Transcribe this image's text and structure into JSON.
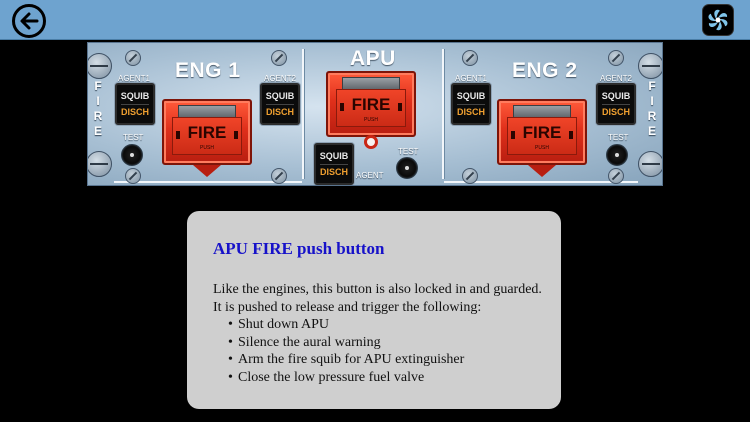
{
  "topbar": {
    "back_icon": "back-arrow-icon",
    "app_icon": "fan-logo-icon"
  },
  "panel": {
    "side_fire_letters": [
      "F",
      "I",
      "R",
      "E"
    ],
    "eng1": {
      "title": "ENG 1",
      "agent1": "AGENT1",
      "agent2": "AGENT2",
      "test": "TEST",
      "squib_top": "SQUIB",
      "squib_bottom": "DISCH",
      "fire": "FIRE",
      "push": "PUSH"
    },
    "apu": {
      "title": "APU",
      "agent": "AGENT",
      "test": "TEST",
      "squib_top": "SQUIB",
      "squib_bottom": "DISCH",
      "fire": "FIRE",
      "push": "PUSH"
    },
    "eng2": {
      "title": "ENG 2",
      "agent1": "AGENT1",
      "agent2": "AGENT2",
      "test": "TEST",
      "squib_top": "SQUIB",
      "squib_bottom": "DISCH",
      "fire": "FIRE",
      "push": "PUSH"
    },
    "colors": {
      "panel": "#a7bfd3",
      "fire_red": "#e0301b",
      "disch_amber": "#f0a030"
    }
  },
  "info": {
    "title": "APU FIRE push button",
    "intro": "Like the engines, this button is also locked in and guarded. It is pushed to release and trigger the following:",
    "bullets": [
      "Shut down APU",
      "Silence the aural warning",
      "Arm the fire squib for APU extinguisher",
      "Close the low pressure fuel valve"
    ],
    "title_color": "#1712c9"
  }
}
